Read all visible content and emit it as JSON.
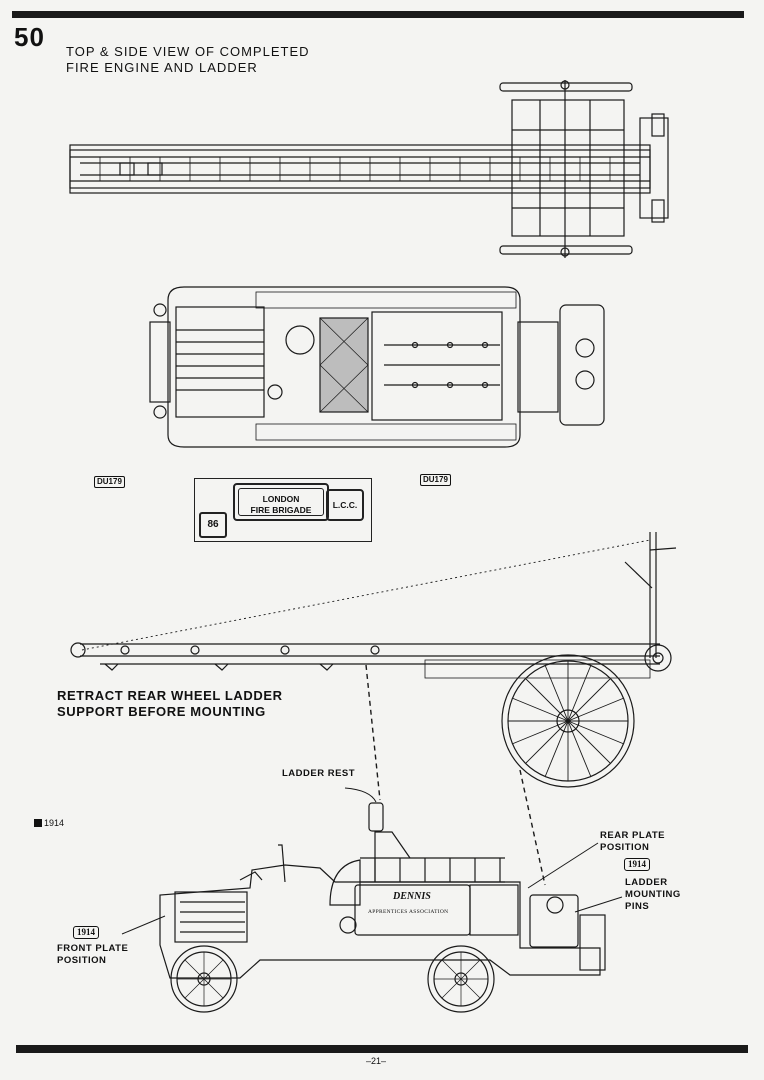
{
  "step_number": "50",
  "heading": {
    "line1": "TOP & SIDE VIEW OF COMPLETED",
    "line2": "FIRE ENGINE AND LADDER"
  },
  "decal_codes": {
    "left": "DU179",
    "right": "DU179"
  },
  "decal": {
    "line1": "LONDON",
    "line2": "FIRE BRIGADE",
    "lcc": "L.C.C.",
    "number": "86"
  },
  "retract_note": {
    "line1": "RETRACT REAR WHEEL LADDER",
    "line2": "SUPPORT BEFORE MOUNTING"
  },
  "labels": {
    "ladder_rest": "LADDER REST",
    "rear_plate_1": "REAR PLATE",
    "rear_plate_2": "POSITION",
    "ladder_pins_1": "LADDER",
    "ladder_pins_2": "MOUNTING",
    "ladder_pins_3": "PINS",
    "front_plate_1": "FRONT PLATE",
    "front_plate_2": "POSITION"
  },
  "year_marker": "1914",
  "plates": {
    "front": "1914",
    "rear": "1914"
  },
  "vehicle_lettering": {
    "brand": "DENNIS",
    "association": "APPRENTICES ASSOCIATION"
  },
  "page_number": "–21–"
}
